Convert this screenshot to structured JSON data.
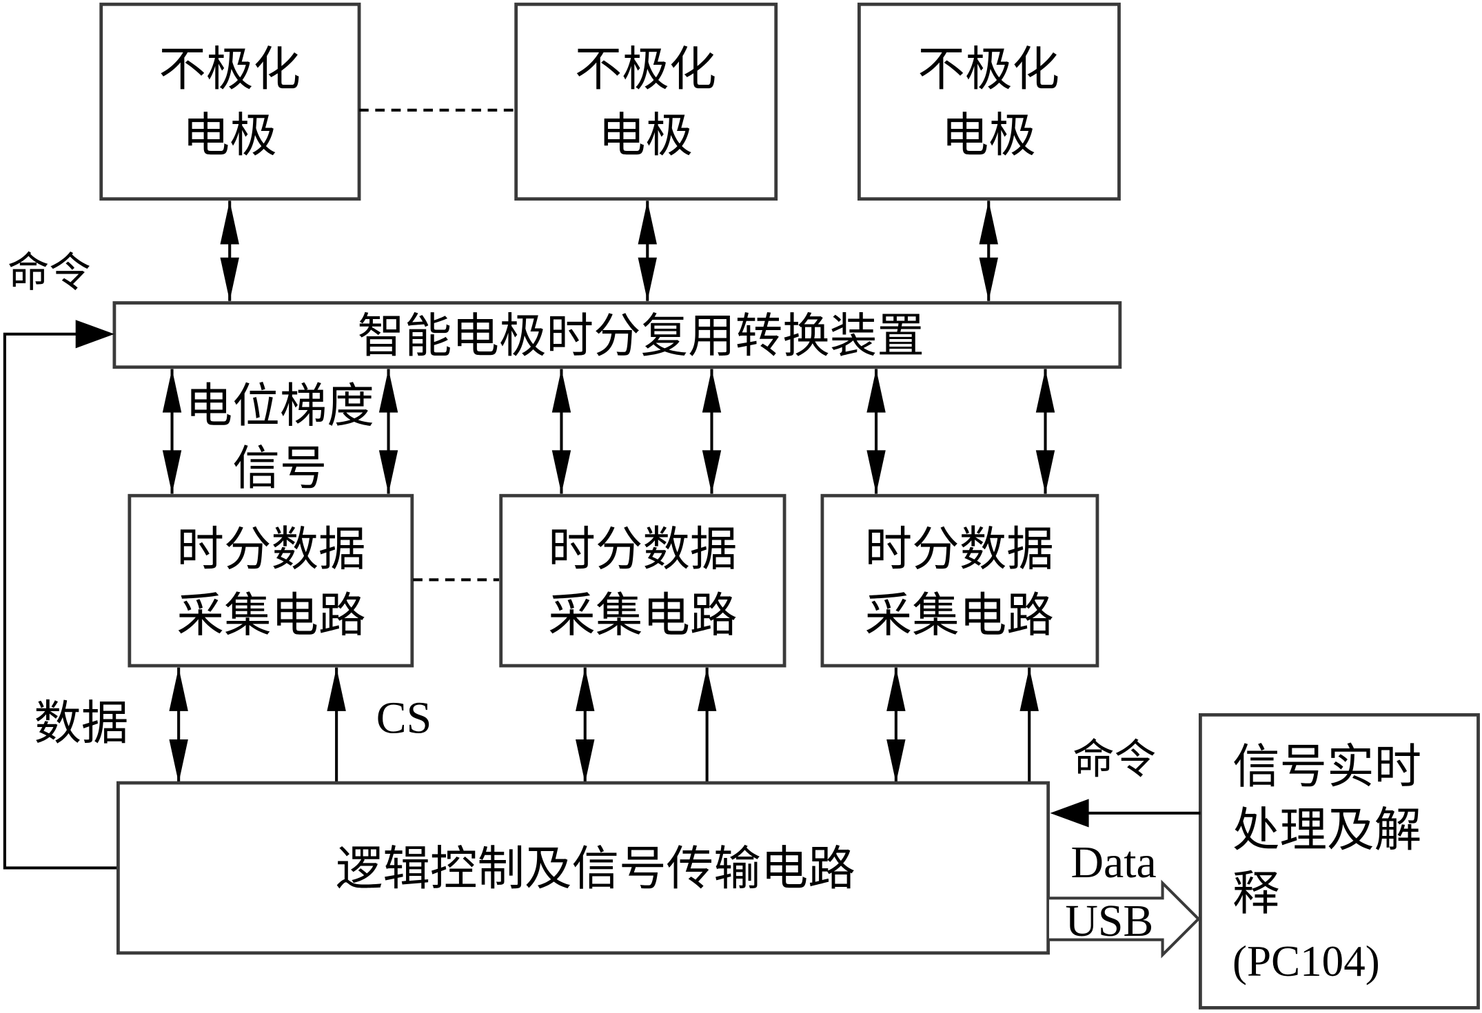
{
  "diagram": {
    "electrodes": [
      {
        "line1": "不极化",
        "line2": "电极"
      },
      {
        "line1": "不极化",
        "line2": "电极"
      },
      {
        "line1": "不极化",
        "line2": "电极"
      }
    ],
    "mux_label": "智能电极时分复用转换装置",
    "acq_boxes": [
      {
        "line1": "时分数据",
        "line2": "采集电路"
      },
      {
        "line1": "时分数据",
        "line2": "采集电路"
      },
      {
        "line1": "时分数据",
        "line2": "采集电路"
      }
    ],
    "logic_label": "逻辑控制及信号传输电路",
    "pc": {
      "line1": "信号实时",
      "line2": "处理及解",
      "line3": "释",
      "line4": "(PC104)"
    },
    "labels": {
      "command_left": "命令",
      "gradient_line1": "电位梯度",
      "gradient_line2": "信号",
      "data": "数据",
      "cs": "CS",
      "command_right": "命令",
      "data_en": "Data",
      "usb": "USB"
    }
  }
}
